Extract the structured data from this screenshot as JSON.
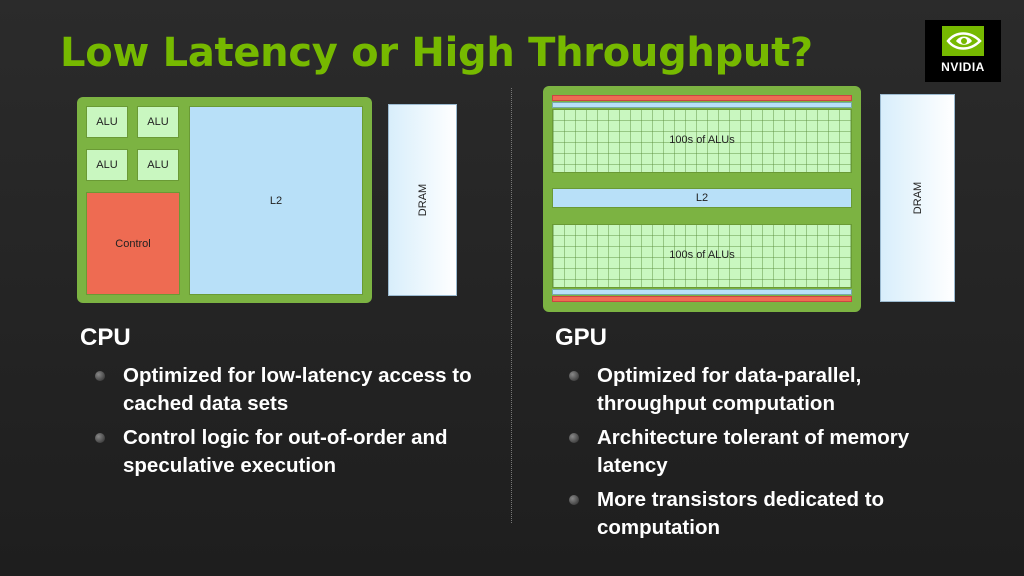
{
  "title": "Low Latency or High Throughput?",
  "logo": {
    "brand": "NVIDIA"
  },
  "cpu_diagram": {
    "alu_labels": [
      "ALU",
      "ALU",
      "ALU",
      "ALU"
    ],
    "control_label": "Control",
    "cache_label": "L2",
    "dram_label": "DRAM"
  },
  "gpu_diagram": {
    "alu_block_top_label": "100s of ALUs",
    "alu_block_bottom_label": "100s of ALUs",
    "cache_label": "L2",
    "dram_label": "DRAM"
  },
  "cpu": {
    "heading": "CPU",
    "bullets": [
      "Optimized for low-latency access to cached data sets",
      "Control logic for out-of-order and speculative execution"
    ]
  },
  "gpu": {
    "heading": "GPU",
    "bullets": [
      "Optimized for data-parallel, throughput computation",
      "Architecture tolerant of memory latency",
      "More transistors dedicated to computation"
    ]
  },
  "colors": {
    "accent": "#76b900",
    "chip_border": "#7cb342",
    "alu": "#c9f7c0",
    "cache": "#b8e0f8",
    "control": "#ee6b52"
  }
}
